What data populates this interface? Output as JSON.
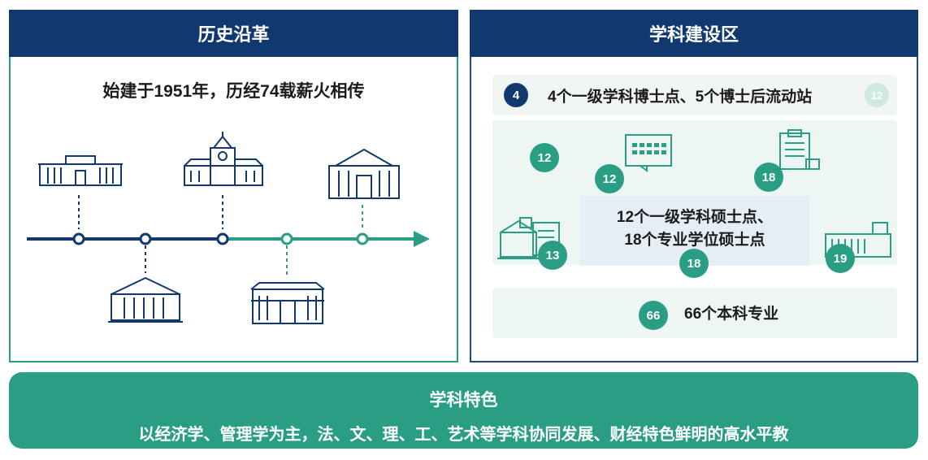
{
  "history": {
    "title": "历史沿革",
    "summary": "始建于1951年，历经74载薪火相传"
  },
  "discipline": {
    "title": "学科建设区",
    "doctor": {
      "badge": "4",
      "text": "4个一级学科博士点、5个博士后流动站",
      "faded_badge": "12"
    },
    "badges": {
      "b1": "12",
      "b2": "12",
      "b3": "18",
      "b4": "13",
      "b5": "18",
      "b6": "19"
    },
    "master": {
      "line1": "12个一级学科硕士点、",
      "line2": "18个专业学位硕士点"
    },
    "bachelor": {
      "badge": "66",
      "text": "66个本科专业"
    }
  },
  "feature": {
    "title": "学科特色",
    "text": "以经济学、管理学为主，法、文、理、工、艺术等学科协同发展、财经特色鲜明的高水平教"
  },
  "colors": {
    "navy": "#12396f",
    "teal": "#2a9e85",
    "pale_teal": "#cfe8e2"
  },
  "icons": [
    "building-icon",
    "clock-tower-icon",
    "columned-hall-icon",
    "library-icon",
    "classic-building-icon",
    "campus-icon",
    "billboard-icon",
    "document-icon",
    "office-icon"
  ]
}
